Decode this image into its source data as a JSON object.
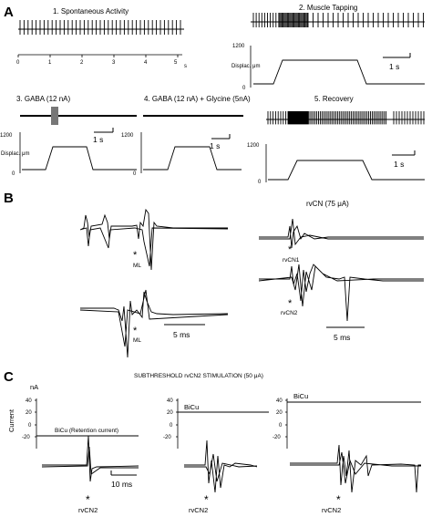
{
  "panels": {
    "A": {
      "label": "A",
      "a1": {
        "title": "1. Spontaneous Activity",
        "ticks": [
          "0",
          "1",
          "2",
          "3",
          "4",
          "5"
        ],
        "unit": "s"
      },
      "a2": {
        "title": "2. Muscle Tapping",
        "ytick_top": "1200",
        "ytick_bottom": "0",
        "ylabel": "Displac. μm",
        "scale": "1 s"
      },
      "a3": {
        "title": "3. GABA  (12 nA)",
        "ytick_top": "1200",
        "ytick_bottom": "0",
        "ylabel": "Displac. μm",
        "scale": "1 s"
      },
      "a4": {
        "title": "4. GABA (12 nA) + Glycine (5nA)",
        "ytick_top": "1200",
        "ytick_bottom": "0",
        "scale": "1 s"
      },
      "a5": {
        "title": "5. Recovery",
        "ytick_top": "1200",
        "ytick_bottom": "0",
        "scale": "1 s"
      }
    },
    "B": {
      "label": "B",
      "rvcn_title": "rvCN (75 μA)",
      "ml1": "ML",
      "ml2": "ML",
      "rvcn1": "rvCN1",
      "rvcn2": "rvCN2",
      "star": "*",
      "scale_left": "5 ms",
      "scale_right": "5 ms"
    },
    "C": {
      "label": "C",
      "title": "SUBTHRESHOLD rvCN2 STIMULATION (50 μA)",
      "unit": "nA",
      "ylabel": "Current",
      "yticks": [
        "40",
        "20",
        "0",
        "-20"
      ],
      "c1_label": "BiCu (Retention current)",
      "c2_label": "BiCu",
      "c3_label": "BiCu",
      "rvcn2": "rvCN2",
      "star": "*",
      "scale": "10 ms"
    }
  }
}
